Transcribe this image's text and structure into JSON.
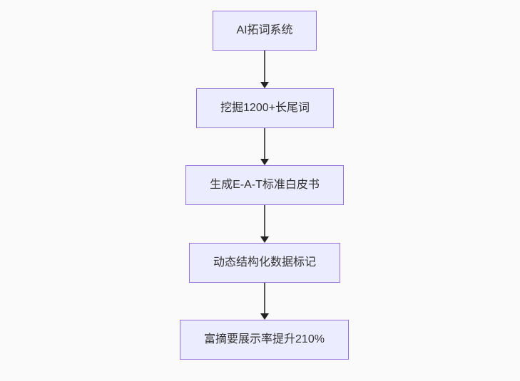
{
  "diagram": {
    "type": "flowchart",
    "direction": "top-down",
    "nodes": [
      {
        "id": "A",
        "label": "AI拓词系统"
      },
      {
        "id": "B",
        "label": "挖掘1200+长尾词"
      },
      {
        "id": "C",
        "label": "生成E-A-T标准白皮书"
      },
      {
        "id": "D",
        "label": "动态结构化数据标记"
      },
      {
        "id": "E",
        "label": "富摘要展示率提升210%"
      }
    ],
    "edges": [
      {
        "from": "A",
        "to": "B"
      },
      {
        "from": "B",
        "to": "C"
      },
      {
        "from": "C",
        "to": "D"
      },
      {
        "from": "D",
        "to": "E"
      }
    ],
    "colors": {
      "background": "#fafafa",
      "node_fill": "#ececff",
      "node_border": "#9370db",
      "node_text": "#333333",
      "edge_line": "#555555",
      "edge_arrowhead": "#222222"
    }
  }
}
